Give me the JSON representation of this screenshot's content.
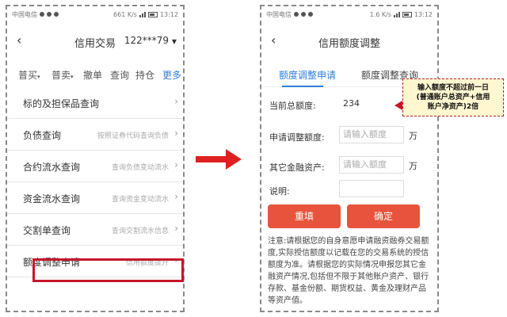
{
  "left_screen": {
    "status": {
      "carrier": "中国电信",
      "speed": "661 K/s",
      "battery_level": 0.5,
      "time": "13:12"
    },
    "nav": {
      "back_icon": "back-chevron",
      "title": "信用交易",
      "account": "122***79"
    },
    "tabs": [
      {
        "label": "普买"
      },
      {
        "label": "普卖"
      },
      {
        "label": "撤单"
      },
      {
        "label": "查询"
      },
      {
        "label": "持仓"
      },
      {
        "label": "更多",
        "active": true
      }
    ],
    "menu": [
      {
        "label": "标的及担保品查询",
        "hint": ""
      },
      {
        "label": "负债查询",
        "hint": "按照证券代码查询负债"
      },
      {
        "label": "合约流水查询",
        "hint": "查询负债变动流水"
      },
      {
        "label": "资金流水查询",
        "hint": "查询资金变动流水"
      },
      {
        "label": "交割单查询",
        "hint": "查询交割流水信息"
      },
      {
        "label": "额度调整申请",
        "hint": "信用额度提升"
      }
    ],
    "highlight_color": "#c6172a"
  },
  "arrow_color": "#e02020",
  "right_screen": {
    "status": {
      "carrier": "中国电信",
      "speed": "1.6 K/s",
      "battery_level": 0.5,
      "time": "13:12"
    },
    "nav": {
      "back_icon": "back-chevron",
      "title": "信用额度调整"
    },
    "subtabs": [
      {
        "label": "额度调整申请",
        "active": true
      },
      {
        "label": "额度调整查询"
      }
    ],
    "form": {
      "total_label": "当前总额度:",
      "total_value": "234",
      "apply_label": "申请调整额度:",
      "apply_placeholder": "请输入额度",
      "apply_unit": "万",
      "other_label": "其它金融资产:",
      "other_placeholder": "请输入额度",
      "other_unit": "万",
      "note_label": "说明:"
    },
    "buttons": {
      "reset": "重填",
      "confirm": "确定"
    },
    "note": "注意:请根据您的自身意愿申请融资融券交易额度,实际授信额度以记载在您的交易系统的授信额度为准。请根据您的实际情况申报您其它金融资产情况,包括但不限于其他账户资产、银行存款、基金份额、期货权益、黄金及理财产品等资产值。",
    "accent_color": "#2f7fd6",
    "button_color": "#e8533d"
  },
  "callout": {
    "line1": "输入额度不超过前一日",
    "line2": "(普通账户总资产+信用",
    "line3": "账户净资产)2倍",
    "bg_color": "#fff7d0"
  }
}
